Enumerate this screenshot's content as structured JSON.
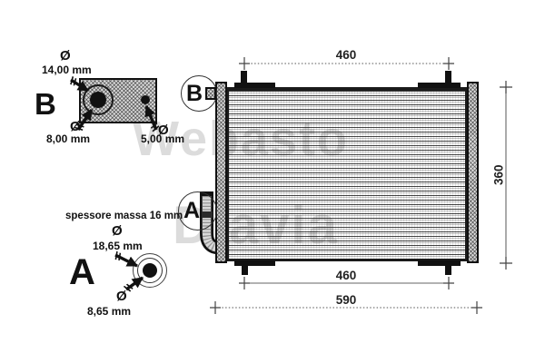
{
  "detail_b": {
    "letter": "B",
    "dims": {
      "d14": {
        "symbol": "Ø",
        "value": "14,00 mm"
      },
      "d8": {
        "symbol": "Ø",
        "value": "8,00 mm"
      },
      "d5": {
        "symbol": "Ø",
        "value": "5,00 mm"
      }
    }
  },
  "detail_a": {
    "letter": "A",
    "note": "spessore massa 16 mm",
    "dims": {
      "d1865": {
        "symbol": "Ø",
        "value": "18,65 mm"
      },
      "d865": {
        "symbol": "Ø",
        "value": "8,65 mm"
      }
    }
  },
  "condenser": {
    "callout_b": "B",
    "callout_a": "A",
    "dim_top": "460",
    "dim_bottom": "460",
    "dim_overall": "590",
    "dim_height": "360"
  },
  "watermark": {
    "line1": "Webasto",
    "line2": "Diavia"
  },
  "colors": {
    "ink": "#111111",
    "dim_line": "#555555",
    "watermark": "#c0c0c0"
  }
}
